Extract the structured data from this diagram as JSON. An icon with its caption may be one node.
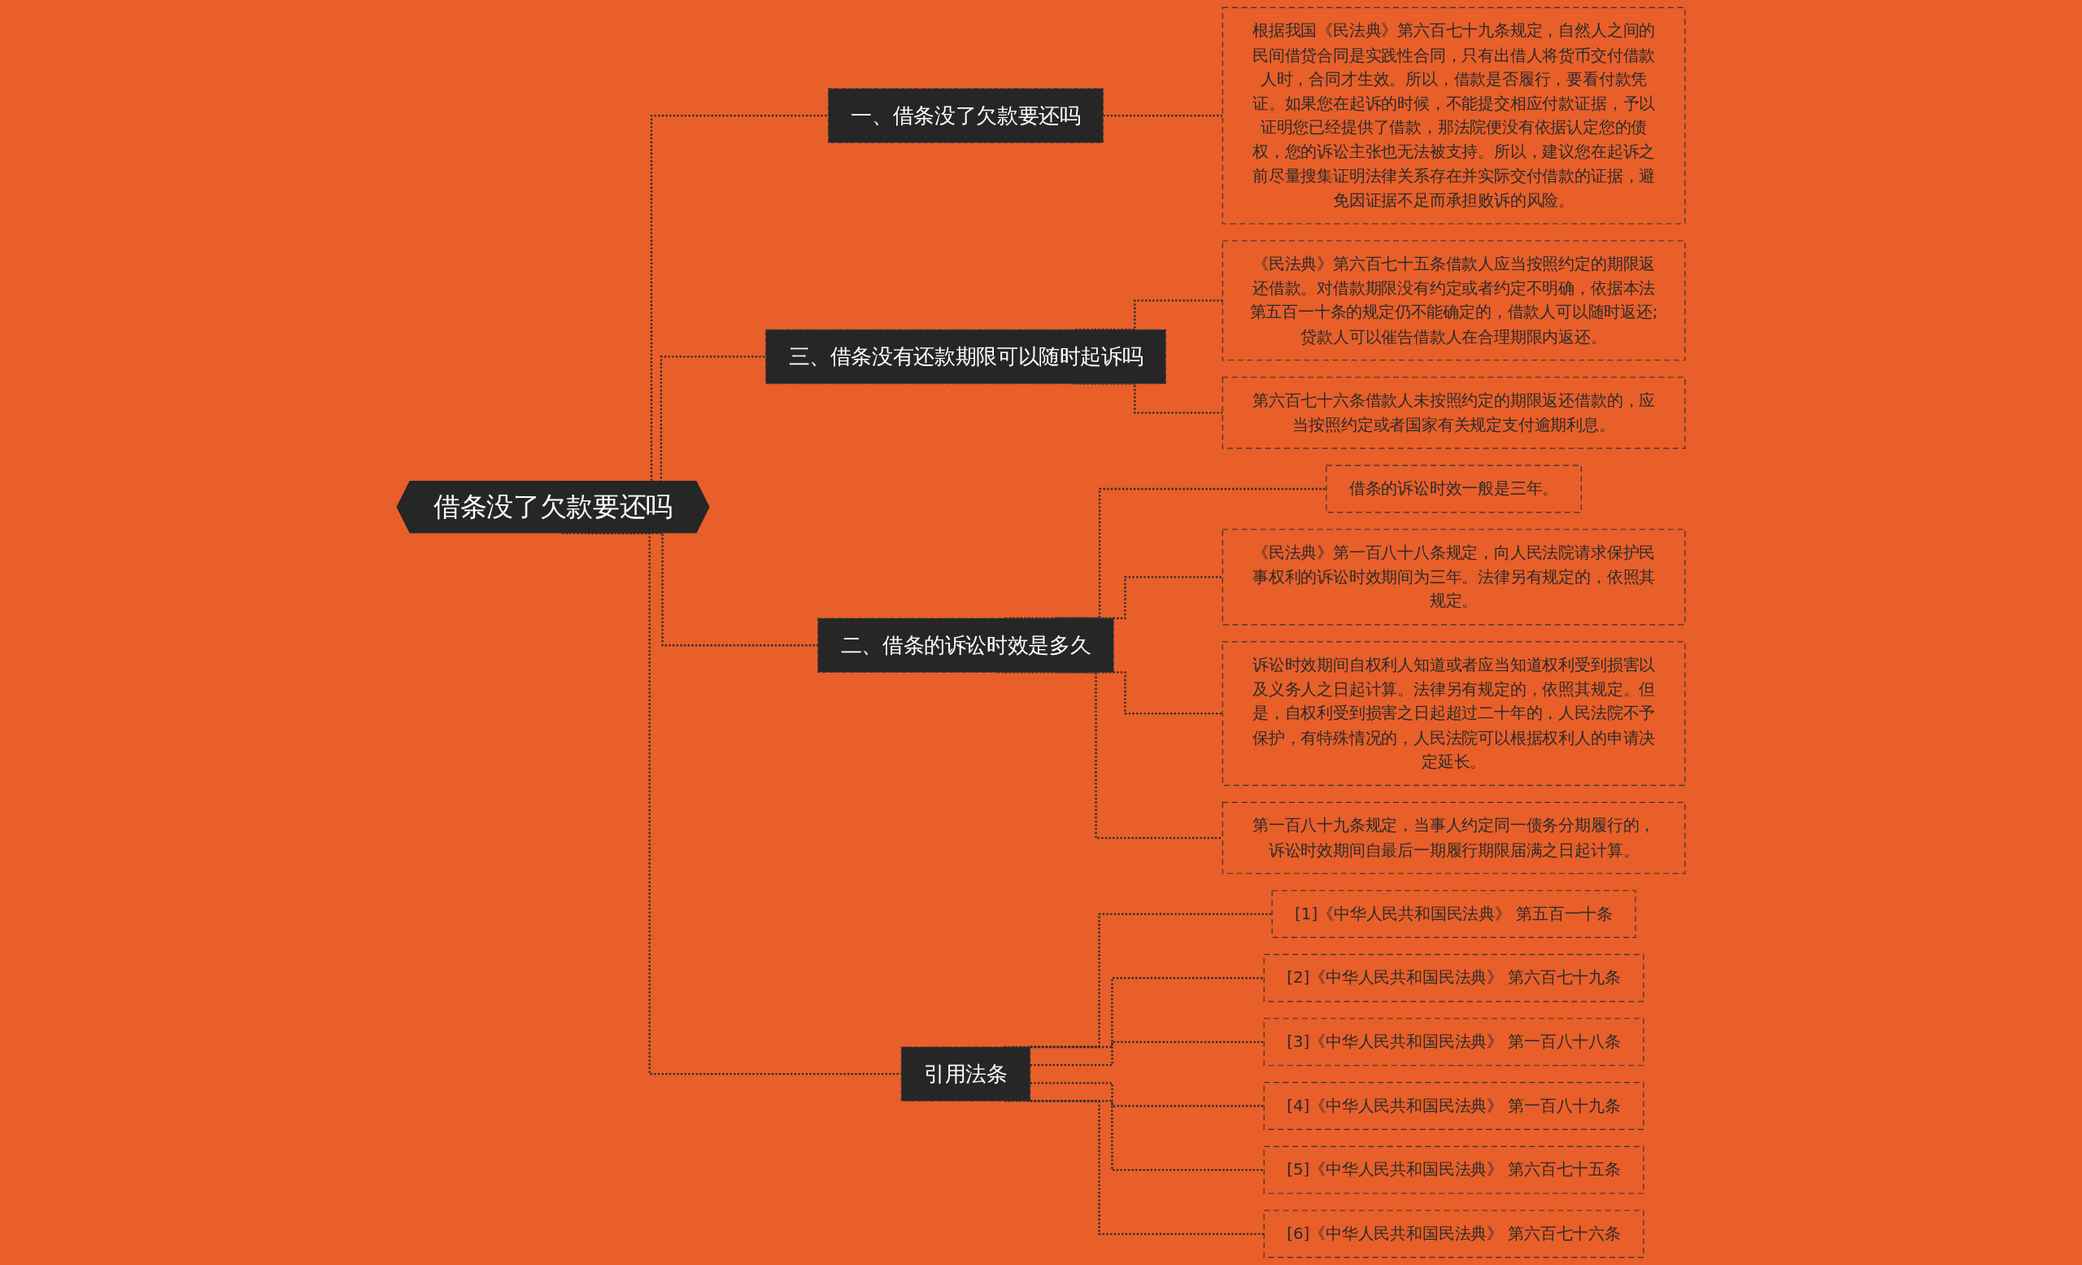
{
  "diagram": {
    "nodes": [
      {
        "text": [
          "借条没了欠款要还吗"
        ]
      },
      {
        "text": [
          "一、借条没了欠款要还吗"
        ]
      },
      {
        "text": [
          "根据我国《民法典》第六百七十九条规定，自然人之间的民间借贷合同是实践性合同，只有出借人将货币交付借款人时，合同才生效。所以，借款是否履行，要看付款凭证。如果您在起诉的时候，不能提交相应付款证据，予以证明您已经提供了借款，那法院便没有依据认定您的债权，您的诉讼主张也无法被支持。所以，建议您在起诉之前尽量搜集证明法律关系存在并实际交付借款的证据，避免因证据不足而承担败诉的风险。"
        ]
      },
      {
        "text": [
          "三、借条没有还款期限可以随时起诉吗"
        ]
      },
      {
        "text": [
          "《民法典》第六百七十五条借款人应当按照约定的期限返还借款。对借款期限没有约定或者约定不明确，依据本法第五百一十条的规定仍不能确定的，借款人可以随时返还;贷款人可以催告借款人在合理期限内返还。"
        ]
      },
      {
        "text": [
          "第六百七十六条借款人未按照约定的期限返还借款的，应当按照约定或者国家有关规定支付逾期利息。"
        ]
      },
      {
        "text": [
          "二、借条的诉讼时效是多久"
        ]
      },
      {
        "text": [
          "借条的诉讼时效一般是三年。"
        ]
      },
      {
        "text": [
          "《民法典》第一百八十八条规定，向人民法院请求保护民事权利的诉讼时效期间为三年。法律另有规定的，依照其规定。"
        ]
      },
      {
        "text": [
          "诉讼时效期间自权利人知道或者应当知道权利受到损害以及义务人之日起计算。法律另有规定的，依照其规定。但是，自权利受到损害之日起超过二十年的，人民法院不予保护，有特殊情况的，人民法院可以根据权利人的申请决定延长。"
        ]
      },
      {
        "text": [
          "第一百八十九条规定，当事人约定同一债务分期履行的，诉讼时效期间自最后一期履行期限届满之日起计算。"
        ]
      },
      {
        "text": [
          "引用法条"
        ]
      },
      {
        "text": [
          "[1]《中华人民共和国民法典》 第五百一十条"
        ]
      },
      {
        "text": [
          "[2]《中华人民共和国民法典》 第六百七十九条"
        ]
      },
      {
        "text": [
          "[3]《中华人民共和国民法典》 第一百八十八条"
        ]
      },
      {
        "text": [
          "[4]《中华人民共和国民法典》 第一百八十九条"
        ]
      },
      {
        "text": [
          "[5]《中华人民共和国民法典》 第六百七十五条"
        ]
      },
      {
        "text": [
          "[6]《中华人民共和国民法典》 第六百七十六条"
        ]
      }
    ],
    "edges": [
      {
        "from": 0,
        "to": 1,
        "arrow": "none",
        "style": "dashed"
      },
      {
        "from": 1,
        "to": 2,
        "arrow": "none",
        "style": "dashed"
      },
      {
        "from": 0,
        "to": 3,
        "arrow": "none",
        "style": "dashed"
      },
      {
        "from": 3,
        "to": 4,
        "arrow": "none",
        "style": "dashed"
      },
      {
        "from": 3,
        "to": 5,
        "arrow": "none",
        "style": "dashed"
      },
      {
        "from": 0,
        "to": 6,
        "arrow": "none",
        "style": "dashed"
      },
      {
        "from": 6,
        "to": 7,
        "arrow": "none",
        "style": "dashed"
      },
      {
        "from": 6,
        "to": 8,
        "arrow": "none",
        "style": "dashed"
      },
      {
        "from": 6,
        "to": 9,
        "arrow": "none",
        "style": "dashed"
      },
      {
        "from": 6,
        "to": 10,
        "arrow": "none",
        "style": "dashed"
      },
      {
        "from": 0,
        "to": 11,
        "arrow": "none",
        "style": "dashed"
      },
      {
        "from": 11,
        "to": 12,
        "arrow": "none",
        "style": "dashed"
      },
      {
        "from": 11,
        "to": 13,
        "arrow": "none",
        "style": "dashed"
      },
      {
        "from": 11,
        "to": 14,
        "arrow": "none",
        "style": "dashed"
      },
      {
        "from": 11,
        "to": 15,
        "arrow": "none",
        "style": "dashed"
      },
      {
        "from": 11,
        "to": 16,
        "arrow": "none",
        "style": "dashed"
      },
      {
        "from": 11,
        "to": 17,
        "arrow": "none",
        "style": "dashed"
      }
    ]
  }
}
